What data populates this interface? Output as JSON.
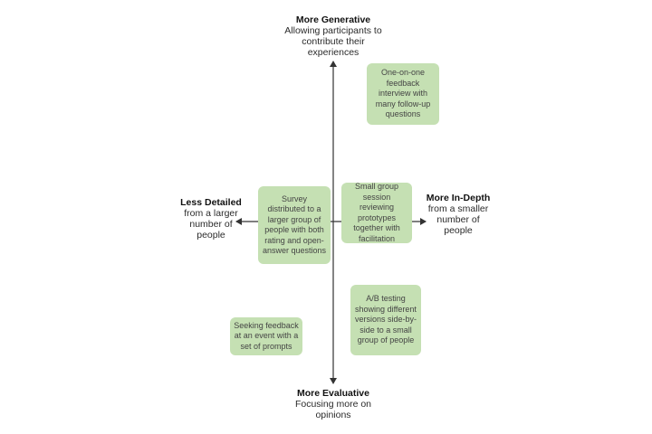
{
  "axes": {
    "top": {
      "title": "More Generative",
      "subtitle": "Allowing participants to contribute their experiences"
    },
    "bottom": {
      "title": "More Evaluative",
      "subtitle": "Focusing more on opinions"
    },
    "left": {
      "title": "Less Detailed",
      "subtitle": "from a larger number of people"
    },
    "right": {
      "title": "More In-Depth",
      "subtitle": "from a smaller number of people"
    }
  },
  "methods": [
    {
      "text": "One-on-one feedback interview with many follow-up questions"
    },
    {
      "text": "Survey distributed to a larger group of people with both rating and open-answer questions"
    },
    {
      "text": "Small group session reviewing prototypes together with facilitation"
    },
    {
      "text": "A/B testing showing different versions side-by-side to a small group of people"
    },
    {
      "text": "Seeking feedback at an event with a set of prompts"
    }
  ],
  "colors": {
    "card": "#c5e0b3",
    "axis": "#333333"
  }
}
